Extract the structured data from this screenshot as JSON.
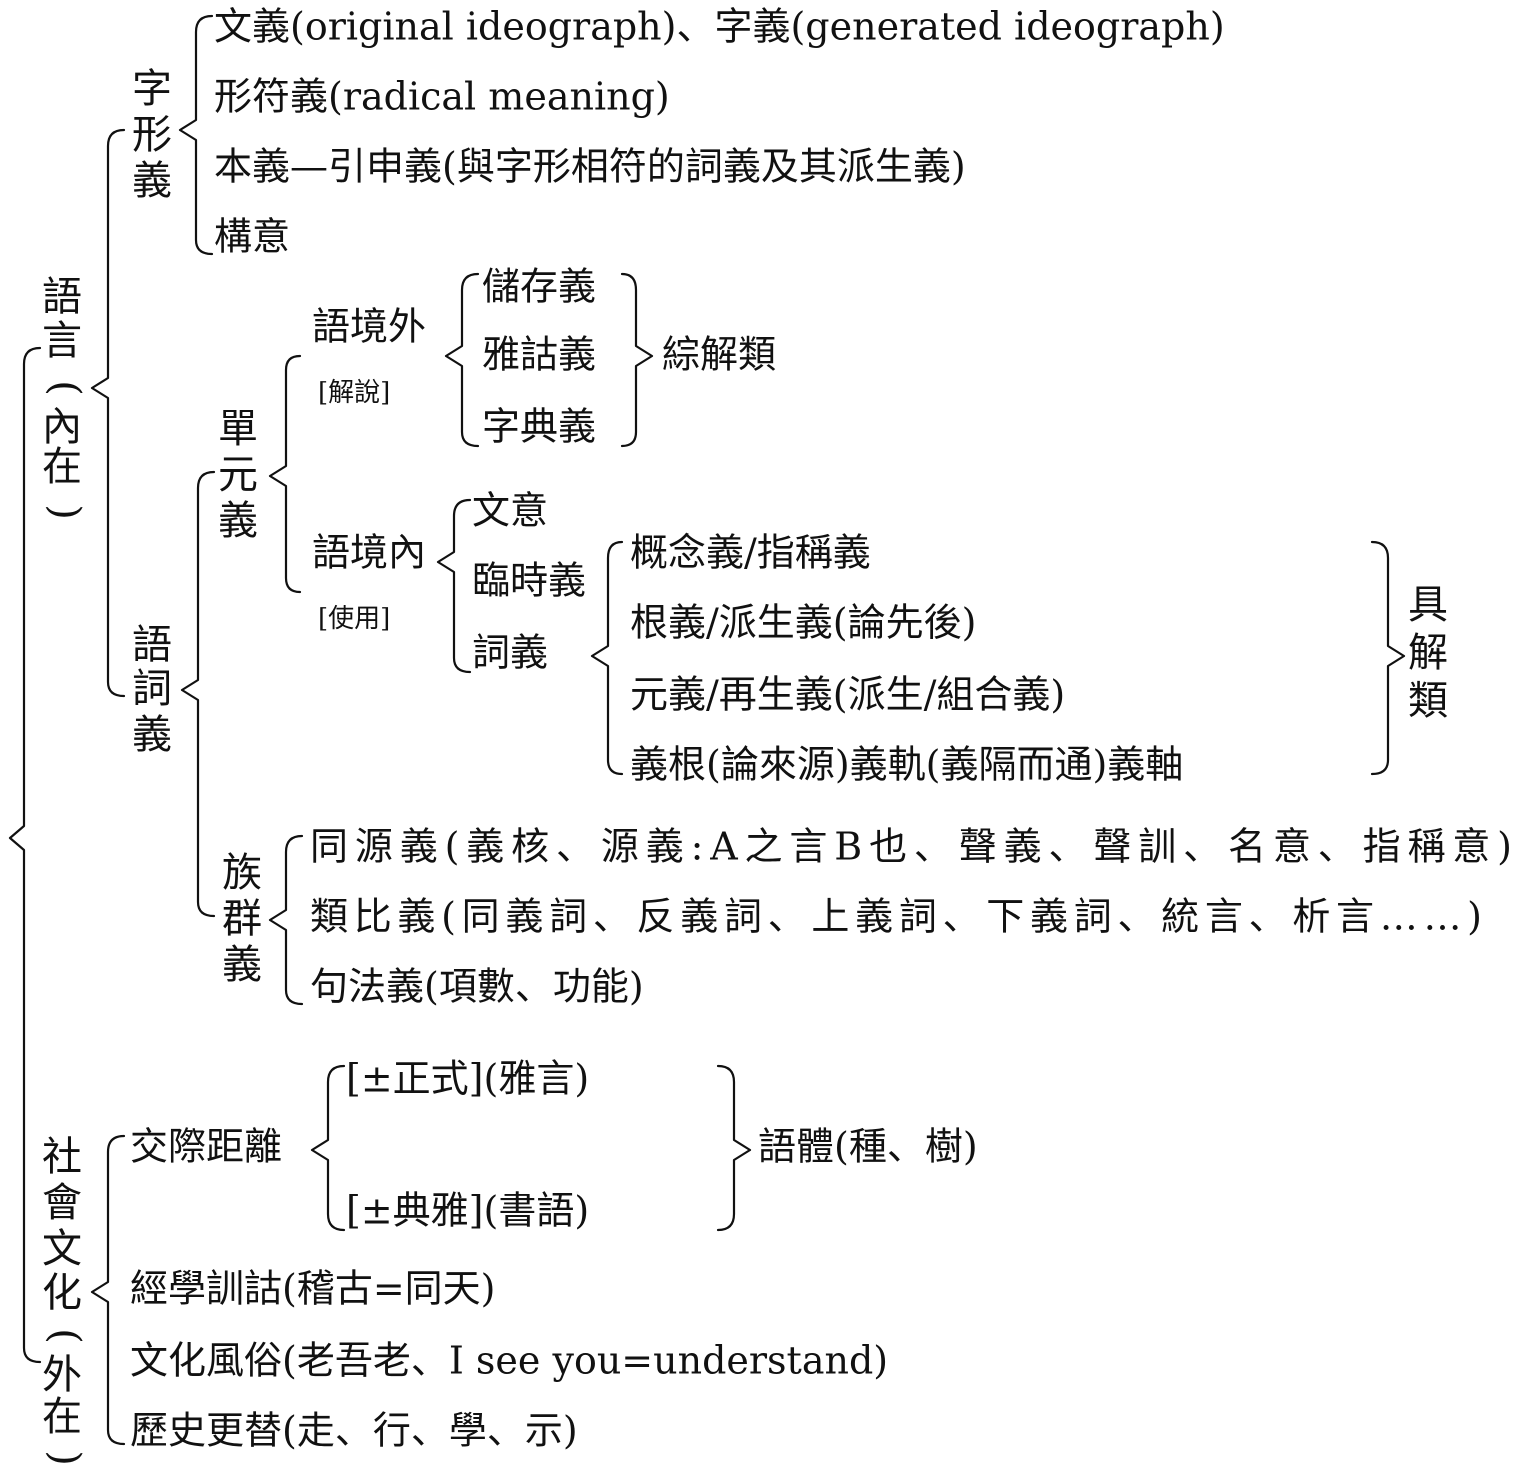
{
  "root": {
    "language": {
      "label_chars": [
        "語",
        "言",
        "(",
        "內",
        "在",
        ")"
      ],
      "glyph_shape": {
        "label_chars": [
          "字",
          "形",
          "義"
        ],
        "items": [
          "文義(original ideograph)、字義(generated ideograph)",
          "形符義(radical meaning)",
          "本義—引申義(與字形相符的詞義及其派生義)",
          "構意"
        ]
      },
      "word_meaning": {
        "label_chars": [
          "語",
          "詞",
          "義"
        ],
        "unit": {
          "label_chars": [
            "單",
            "元",
            "義"
          ],
          "out_context": {
            "label": "語境外",
            "sublabel": "[解說]",
            "items": [
              "儲存義",
              "雅詁義",
              "字典義"
            ],
            "summary": "綜解類"
          },
          "in_context": {
            "label": "語境內",
            "sublabel": "[使用]",
            "items": [
              "文意",
              "臨時義",
              "詞義"
            ],
            "word_sense_items": [
              "概念義/指稱義",
              "根義/派生義(論先後)",
              "元義/再生義(派生/組合義)",
              "義根(論來源)義軌(義隔而通)義軸"
            ],
            "summary_chars": [
              "具",
              "解",
              "類"
            ]
          }
        },
        "family": {
          "label_chars": [
            "族",
            "群",
            "義"
          ],
          "items": [
            "同源義(義核、源義:A之言B也、聲義、聲訓、名意、指稱意)",
            "類比義(同義詞、反義詞、上義詞、下義詞、統言、析言……)",
            "句法義(項數、功能)"
          ]
        }
      }
    },
    "society": {
      "label_chars": [
        "社",
        "會",
        "文",
        "化",
        "(",
        "外",
        "在",
        ")"
      ],
      "distance": {
        "label": "交際距離",
        "items": [
          "[±正式](雅言)",
          "[±典雅](書語)"
        ],
        "summary": "語體(種、樹)"
      },
      "items": [
        "經學訓詁(稽古=同天)",
        "文化風俗(老吾老、I see you=understand)",
        "歷史更替(走、行、學、示)"
      ]
    }
  }
}
